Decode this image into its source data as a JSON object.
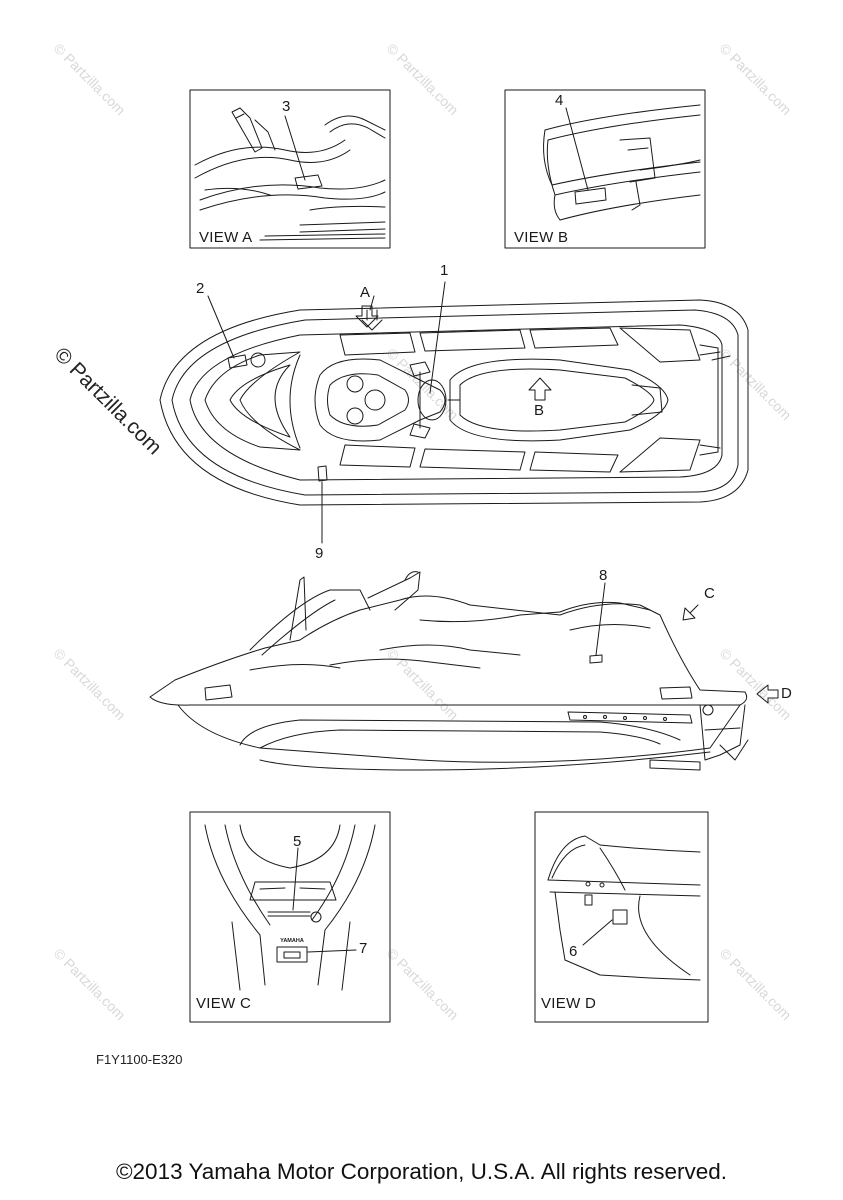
{
  "views": {
    "a": "VIEW A",
    "b": "VIEW B",
    "c": "VIEW C",
    "d": "VIEW D"
  },
  "callouts": [
    "1",
    "2",
    "3",
    "4",
    "5",
    "6",
    "7",
    "8",
    "9"
  ],
  "arrows": {
    "a": "A",
    "b": "B",
    "c": "C",
    "d": "D"
  },
  "badge_text": "YAMAHA",
  "watermark": "© Partzilla.com",
  "figure_code": "F1Y1100-E320",
  "copyright": "©2013 Yamaha Motor Corporation, U.S.A. All rights reserved."
}
